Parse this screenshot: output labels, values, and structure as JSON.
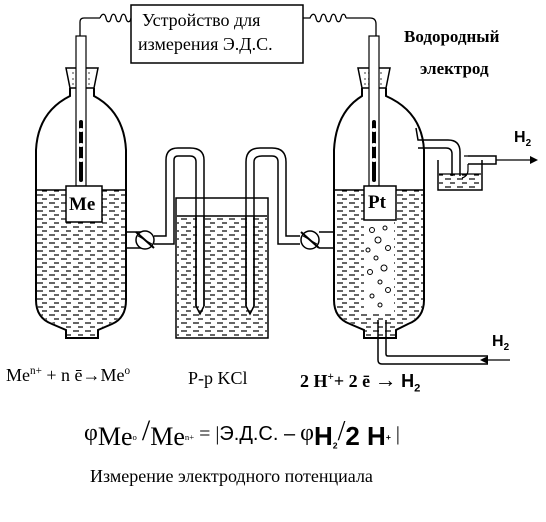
{
  "device": {
    "line1": "Устройство для",
    "line2": "измерения Э.Д.С."
  },
  "hydrogen_electrode": {
    "line1": "Водородный",
    "line2": "электрод"
  },
  "electrodes": {
    "metal": "Me",
    "platinum": "Pt"
  },
  "gas": {
    "symbol": "H",
    "subscript": "2"
  },
  "equations": {
    "metal_reaction": {
      "me": "Me",
      "charge": "n+",
      "middle": " + n ē",
      "arrow": "→",
      "product": "Me",
      "product_sup": "o"
    },
    "salt_bridge": "Р-р  KCl",
    "hydrogen_reaction": {
      "part1": "2 H",
      "part1_sup": "+",
      "part2": "+  2 ē",
      "arrow": "→",
      "product": "H",
      "product_sub": "2"
    },
    "potential": {
      "phi": "φ",
      "me_top": "Me",
      "me_top_sup": "o",
      "slash": "/",
      "me_bottom": "Me",
      "me_bottom_sup": "n+",
      "equals": "=",
      "bar_open": "|",
      "emf": "Э.Д.С. –",
      "phi2": "φ",
      "h2": "H",
      "h2_sub": "2",
      "slash2": "/",
      "h_plus": "2 H",
      "h_plus_sup": "+",
      "bar_close": "|"
    }
  },
  "caption": "Измерение электродного потенциала"
}
